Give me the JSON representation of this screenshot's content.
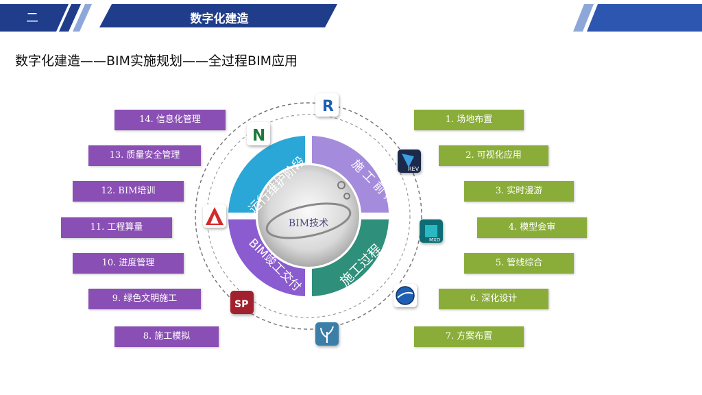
{
  "header": {
    "section_number": "二",
    "title": "数字化建造"
  },
  "subtitle": "数字化建造——BIM实施规划——全过程BIM应用",
  "diagram": {
    "center_label": "BIM技术",
    "ring_segments": [
      "施 工 前 期",
      "施工过程",
      "BIM竣工交付",
      "运行维护阶段"
    ],
    "right_items": [
      "1. 场地布置",
      "2. 可视化应用",
      "3. 实时漫游",
      "4. 模型会审",
      "5. 管线综合",
      "6. 深化设计",
      "7. 方案布置"
    ],
    "left_items": [
      "14. 信息化管理",
      "13. 质量安全管理",
      "12. BIM培训",
      "11. 工程算量",
      "10. 进度管理",
      "9. 绿色文明施工",
      "8. 施工模拟"
    ],
    "icons": {
      "revit_label": "REV",
      "max_label": "MXD",
      "sp_label": "SP"
    }
  },
  "colors": {
    "header_blue": "#1f3d8a",
    "purple": "#8a4fb4",
    "green": "#8aad3a",
    "seg_lavender": "#a58bdc",
    "seg_teal": "#2e8f7a",
    "seg_violet": "#8b5bd0",
    "seg_cyan": "#2aa7d6"
  }
}
